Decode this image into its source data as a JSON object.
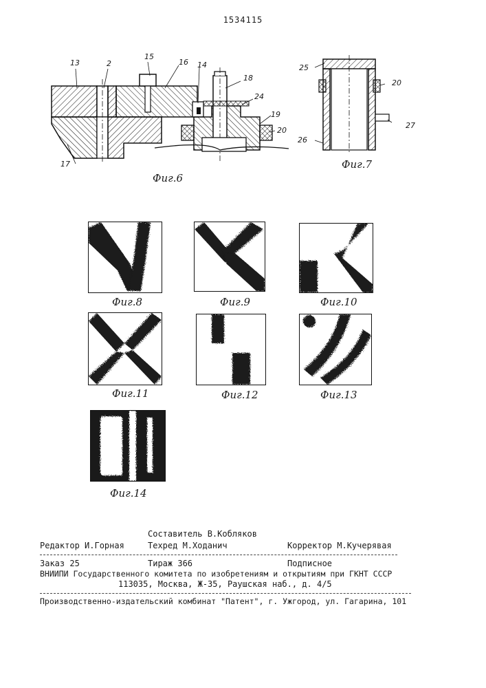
{
  "patent_number": "1534115",
  "fig6": {
    "caption": "Фиг.6",
    "refs": [
      "13",
      "2",
      "15",
      "16",
      "14",
      "18",
      "24",
      "19",
      "20",
      "17"
    ]
  },
  "fig7": {
    "caption": "Фиг.7",
    "refs": [
      "25",
      "20",
      "27",
      "26"
    ]
  },
  "images": [
    {
      "caption": "Фиг.8"
    },
    {
      "caption": "Фиг.9"
    },
    {
      "caption": "Фиг.10"
    },
    {
      "caption": "Фиг.11"
    },
    {
      "caption": "Фиг.12"
    },
    {
      "caption": "Фиг.13"
    },
    {
      "caption": "Фиг.14"
    }
  ],
  "colophon": {
    "compiler": "Составитель В.Кобляков",
    "editor": "Редактор И.Горная",
    "techred": "Техред М.Ходанич",
    "corrector": "Корректор М.Кучерявая",
    "order": "Заказ 25",
    "print_run": "Тираж 366",
    "subscription": "Подписное",
    "org_line": "ВНИИПИ Государственного комитета по изобретениям и открытиям при ГКНТ СССР",
    "address": "113035, Москва, Ж-35, Раушская наб., д. 4/5",
    "publisher": "Производственно-издательский комбинат \"Патент\", г. Ужгород, ул. Гагарина, 101"
  }
}
